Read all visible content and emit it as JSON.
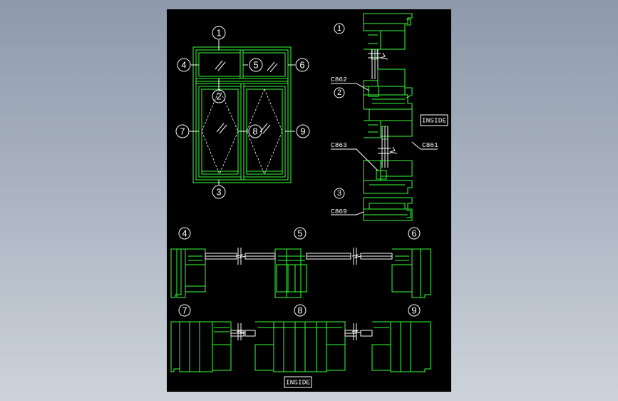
{
  "elevation": {
    "markers": [
      "1",
      "2",
      "3",
      "4",
      "5",
      "6",
      "7",
      "8",
      "9"
    ]
  },
  "vertical_section": {
    "markers": [
      "1",
      "2",
      "3"
    ],
    "parts": [
      "C862",
      "C863",
      "C861",
      "C869"
    ],
    "inside_label": "INSIDE"
  },
  "horizontal_sections": {
    "row1_markers": [
      "4",
      "5",
      "6"
    ],
    "row2_markers": [
      "7",
      "8",
      "9"
    ],
    "inside_label": "INSIDE"
  },
  "colors": {
    "profile": "#36ff36",
    "annotation": "#ffffff",
    "background": "#000000",
    "window_bg": "#9aa5b5"
  }
}
